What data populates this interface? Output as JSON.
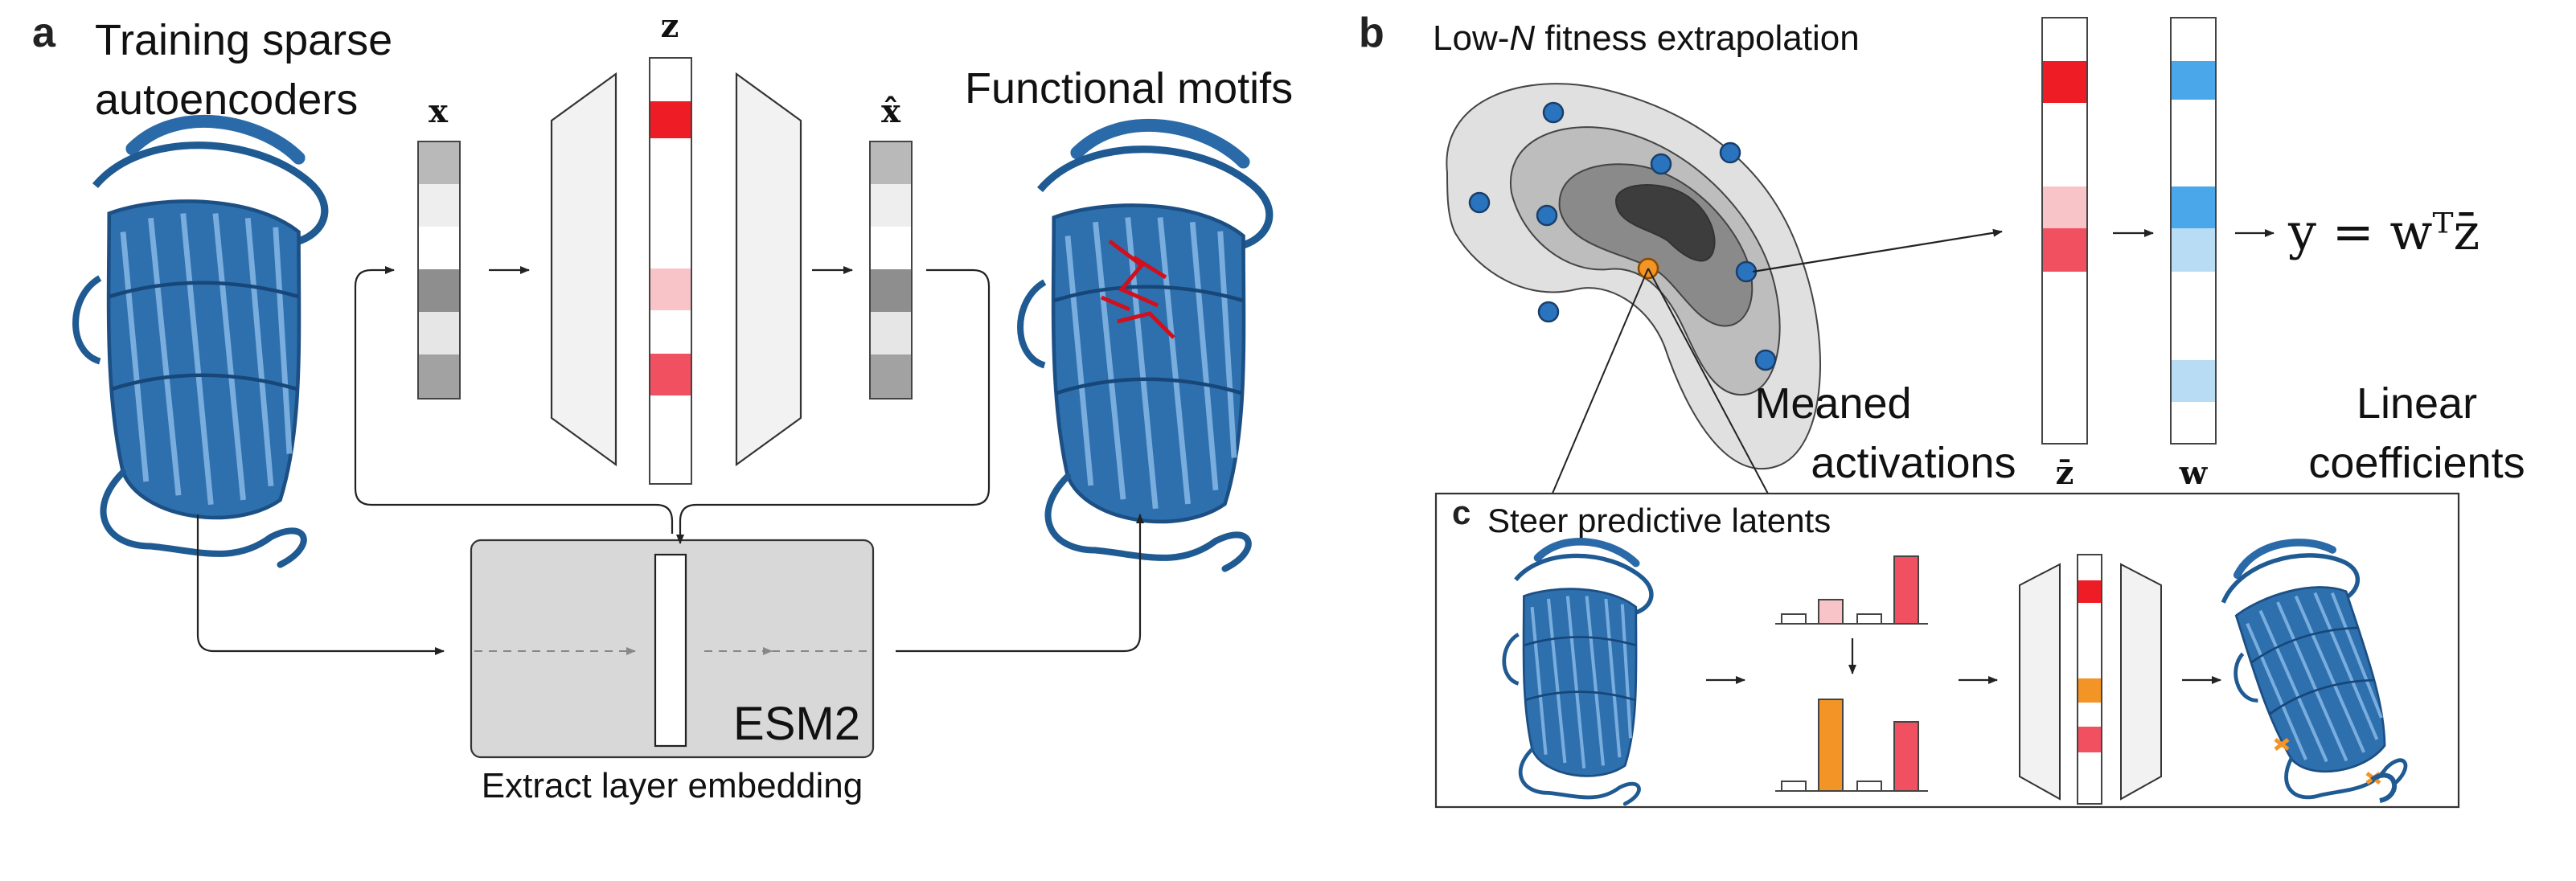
{
  "panel_a": {
    "letter": "a",
    "title_line1": "Training sparse",
    "title_line2": "autoencoders",
    "x_label": "x",
    "z_label": "z",
    "xhat_label": "x̂",
    "functional_motifs": "Functional motifs",
    "esm_label": "ESM2",
    "extract_label": "Extract layer embedding"
  },
  "panel_b": {
    "letter": "b",
    "title_prefix": "Low-",
    "title_italic": "N",
    "title_suffix": " fitness extrapolation",
    "meaned_line1": "Meaned",
    "meaned_line2": "activations",
    "zbar_label": "z̄",
    "w_label": "w",
    "linear_line1": "Linear",
    "linear_line2": "coefficients",
    "equation": "y = wᵀz̄"
  },
  "panel_c": {
    "letter": "c",
    "title": "Steer predictive latents"
  },
  "colors": {
    "protein_blue": "#2a6aa8",
    "activation_red": "#ee1c25",
    "activation_red_mid": "#f05060",
    "activation_pink": "#f9c4c8",
    "coef_blue": "#4aa8ea",
    "coef_blue_light": "#b8dcf4",
    "steer_orange": "#f29426",
    "point_blue": "#2a74bf",
    "point_orange": "#f29426"
  }
}
